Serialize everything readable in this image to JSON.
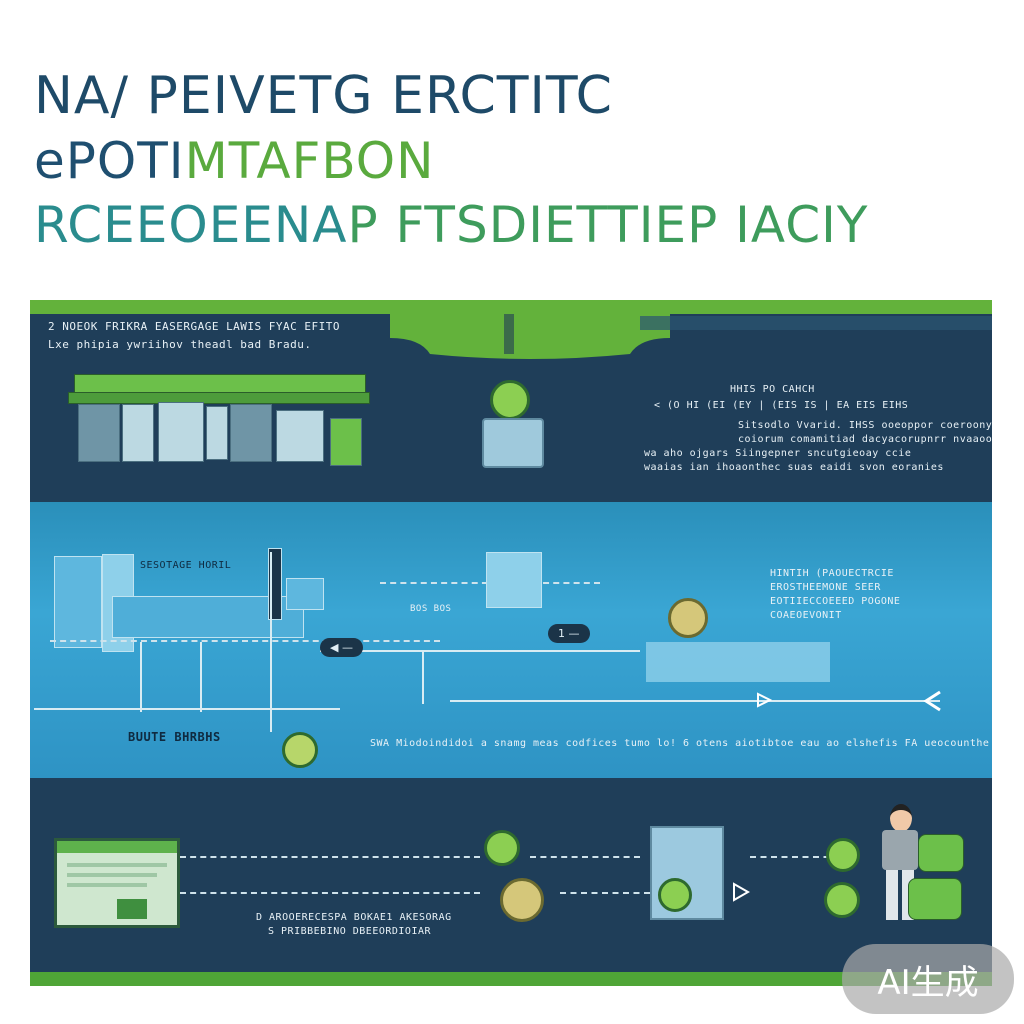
{
  "title": {
    "line1": "NA/ PEIVETG ERCTITC",
    "line2a": "ePOTI",
    "line2b": "MTAFBON",
    "line3a": "RCEEOEENA",
    "line3b": "P",
    "line3c": " FTSDIETTIEP IACIY"
  },
  "section1": {
    "header_line1": "2  NOEOK FRIKRA EASERGAGE LAWIS FYAC EFITO",
    "header_line2": "Lxe phipia ywriihov theadl bad Bradu.",
    "right_title": "HHIS PO CAHCH",
    "right_row": "< (O HI (EI (EY | (EIS IS | EA EIS EIHS",
    "right_para1": "Sitsodlo Vvarid. IHSS ooeoppor coeroony",
    "right_para2": "coiorum comamitiad dacyacorupnrr nvaaooir",
    "right_para3": "wa aho ojgars  Siingepner sncutgieoay ccie",
    "right_para4": "waaias       ian ihoaonthec suas eaidi svon eoranies"
  },
  "section2": {
    "label_left": "SESOTAGE HORIL",
    "label_small": "BOS  BOS",
    "pill_left": "◀ —",
    "pill_right": "1  —",
    "right_title1": "HINTIH (PAOUECTRCIE",
    "right_title2": "EROSTHEEMONE SEER",
    "right_title3": "EOTIIECCOEEED POGONE",
    "right_title4": "COAEOEVONIT",
    "bottom_left": "BUUTE  BHRBHS",
    "bottom_right": "SWA Miodoindidoi a snamg meas codfices tumo lo! 6 otens aiotibtoe eau ao elshefis FA ueocounthe"
  },
  "section3": {
    "caption_line1": "D AROOERECESPA BOKAE1 AKESORAG",
    "caption_line2": "S PRIBBEBINO DBEEORDIOIAR"
  },
  "watermark": "AI生成",
  "colors": {
    "navy": "#1e3f5a",
    "green": "#63b23b",
    "blue": "#3aa6d4",
    "title_navy": "#1e4a68",
    "title_teal": "#2a8c8e"
  }
}
